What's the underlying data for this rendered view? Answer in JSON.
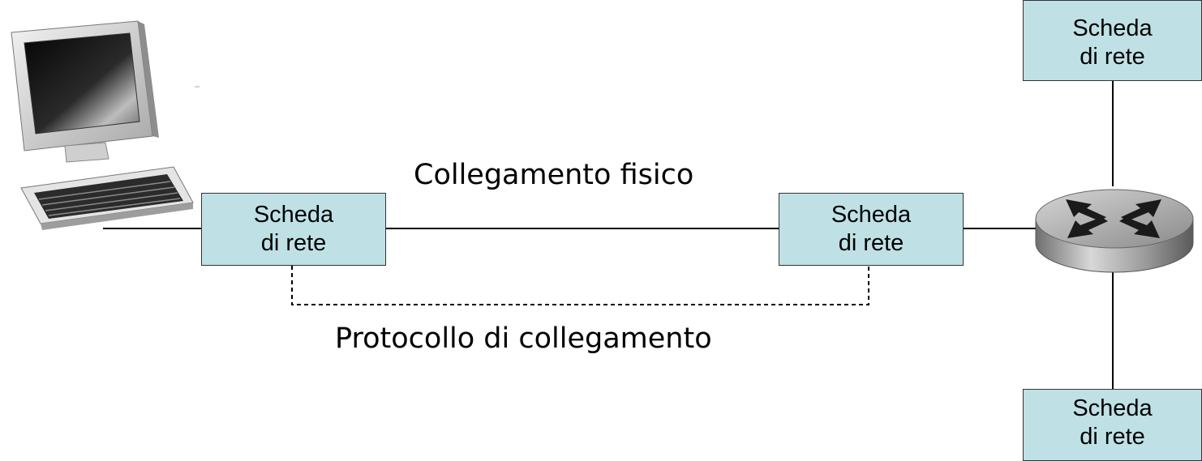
{
  "nics": {
    "host": {
      "line1": "Scheda",
      "line2": "di rete"
    },
    "mid": {
      "line1": "Scheda",
      "line2": "di rete"
    },
    "top": {
      "line1": "Scheda",
      "line2": "di rete"
    },
    "bottom": {
      "line1": "Scheda",
      "line2": "di rete"
    }
  },
  "labels": {
    "physical_link": "Collegamento fisico",
    "link_protocol": "Protocollo di collegamento"
  },
  "colors": {
    "nic_fill": "#bfe1e6",
    "line": "#000000"
  },
  "icons": {
    "host": "desktop-computer-icon",
    "router": "router-icon"
  }
}
